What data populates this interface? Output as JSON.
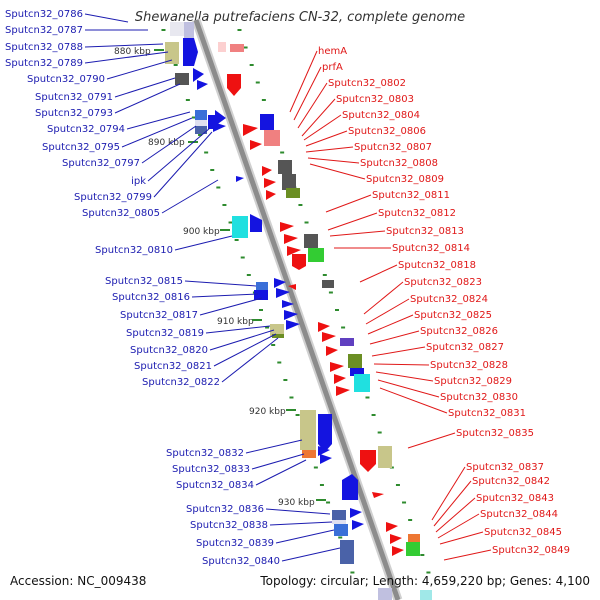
{
  "title": "Shewanella putrefaciens CN-32, complete genome",
  "footer": {
    "accession": "Accession: NC_009438",
    "summary": "Topology: circular; Length: 4,659,220 bp; Genes: 4,100"
  },
  "scale_labels": [
    "880 kbp",
    "890 kbp",
    "900 kbp",
    "910 kbp",
    "920 kbp",
    "930 kbp"
  ],
  "left_labels": [
    "Sputcn32_0786",
    "Sputcn32_0787",
    "Sputcn32_0788",
    "Sputcn32_0789",
    "Sputcn32_0790",
    "Sputcn32_0791",
    "Sputcn32_0793",
    "Sputcn32_0794",
    "Sputcn32_0795",
    "Sputcn32_0797",
    "ipk",
    "Sputcn32_0799",
    "Sputcn32_0805",
    "Sputcn32_0810",
    "Sputcn32_0815",
    "Sputcn32_0816",
    "Sputcn32_0817",
    "Sputcn32_0819",
    "Sputcn32_0820",
    "Sputcn32_0821",
    "Sputcn32_0822",
    "Sputcn32_0832",
    "Sputcn32_0833",
    "Sputcn32_0834",
    "Sputcn32_0836",
    "Sputcn32_0838",
    "Sputcn32_0839",
    "Sputcn32_0840"
  ],
  "right_labels": [
    "hemA",
    "prfA",
    "Sputcn32_0802",
    "Sputcn32_0803",
    "Sputcn32_0804",
    "Sputcn32_0806",
    "Sputcn32_0807",
    "Sputcn32_0808",
    "Sputcn32_0809",
    "Sputcn32_0811",
    "Sputcn32_0812",
    "Sputcn32_0813",
    "Sputcn32_0814",
    "Sputcn32_0818",
    "Sputcn32_0823",
    "Sputcn32_0824",
    "Sputcn32_0825",
    "Sputcn32_0826",
    "Sputcn32_0827",
    "Sputcn32_0828",
    "Sputcn32_0829",
    "Sputcn32_0830",
    "Sputcn32_0831",
    "Sputcn32_0835",
    "Sputcn32_0837",
    "Sputcn32_0842",
    "Sputcn32_0843",
    "Sputcn32_0844",
    "Sputcn32_0845",
    "Sputcn32_0849"
  ],
  "colors": {
    "left_label": "#1c1cb0",
    "right_label": "#e01818",
    "backbone": "#8c8c8c",
    "tick": "#2e8b2e"
  }
}
